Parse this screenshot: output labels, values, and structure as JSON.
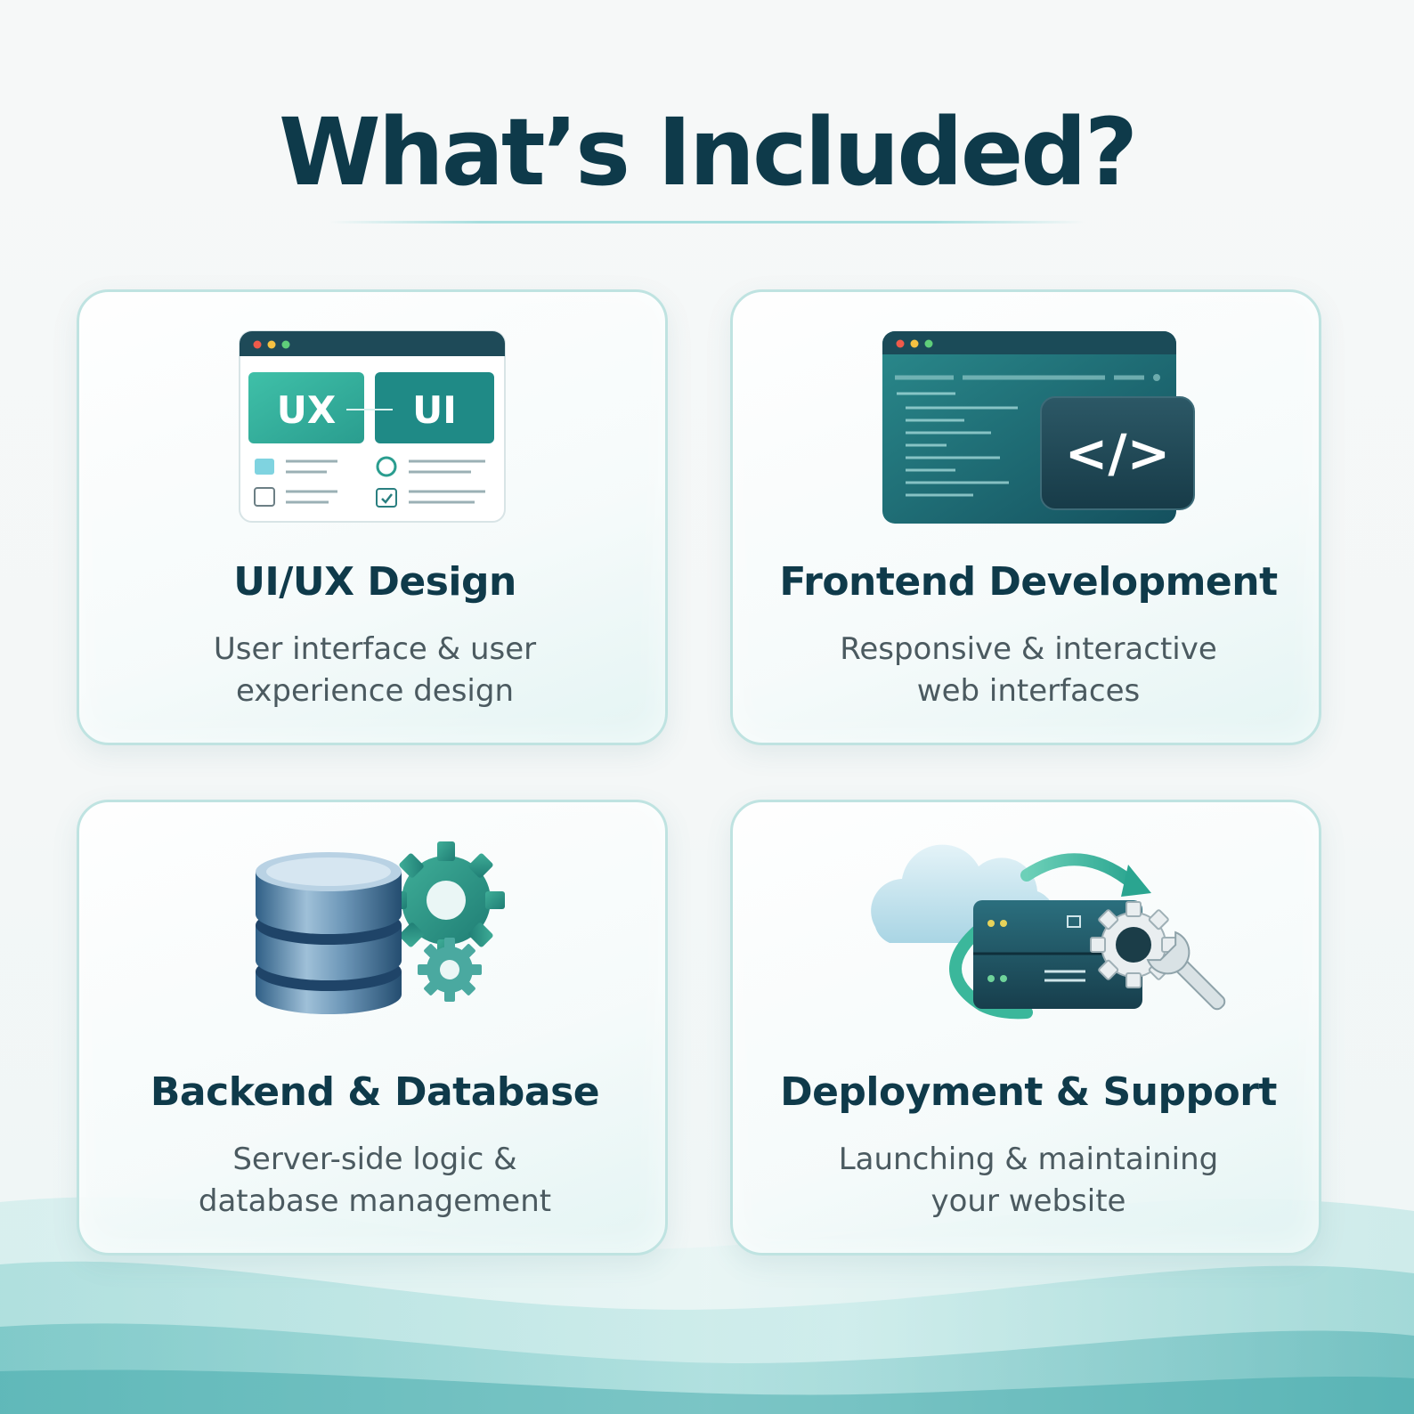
{
  "header": {
    "title": "What’s Included?"
  },
  "colors": {
    "title": "#0e3a4a",
    "accent_teal": "#2a9d8f",
    "card_border": "#bfe3e1",
    "text": "#4b5a60"
  },
  "cards": [
    {
      "title": "UI/UX Design",
      "description_lines": [
        "User interface & user",
        "experience design"
      ],
      "icon": "browser-ux-ui-icon",
      "icon_labels": {
        "ux": "UX",
        "ui": "UI"
      }
    },
    {
      "title": "Frontend Development",
      "description_lines": [
        "Responsive & interactive",
        "web interfaces"
      ],
      "icon": "code-editor-icon",
      "icon_labels": {
        "code": "</>"
      }
    },
    {
      "title": "Backend & Database",
      "description_lines": [
        "Server-side logic &",
        "database management"
      ],
      "icon": "database-gears-icon"
    },
    {
      "title": "Deployment & Support",
      "description_lines": [
        "Launching & maintaining",
        "your website"
      ],
      "icon": "cloud-server-wrench-icon"
    }
  ]
}
